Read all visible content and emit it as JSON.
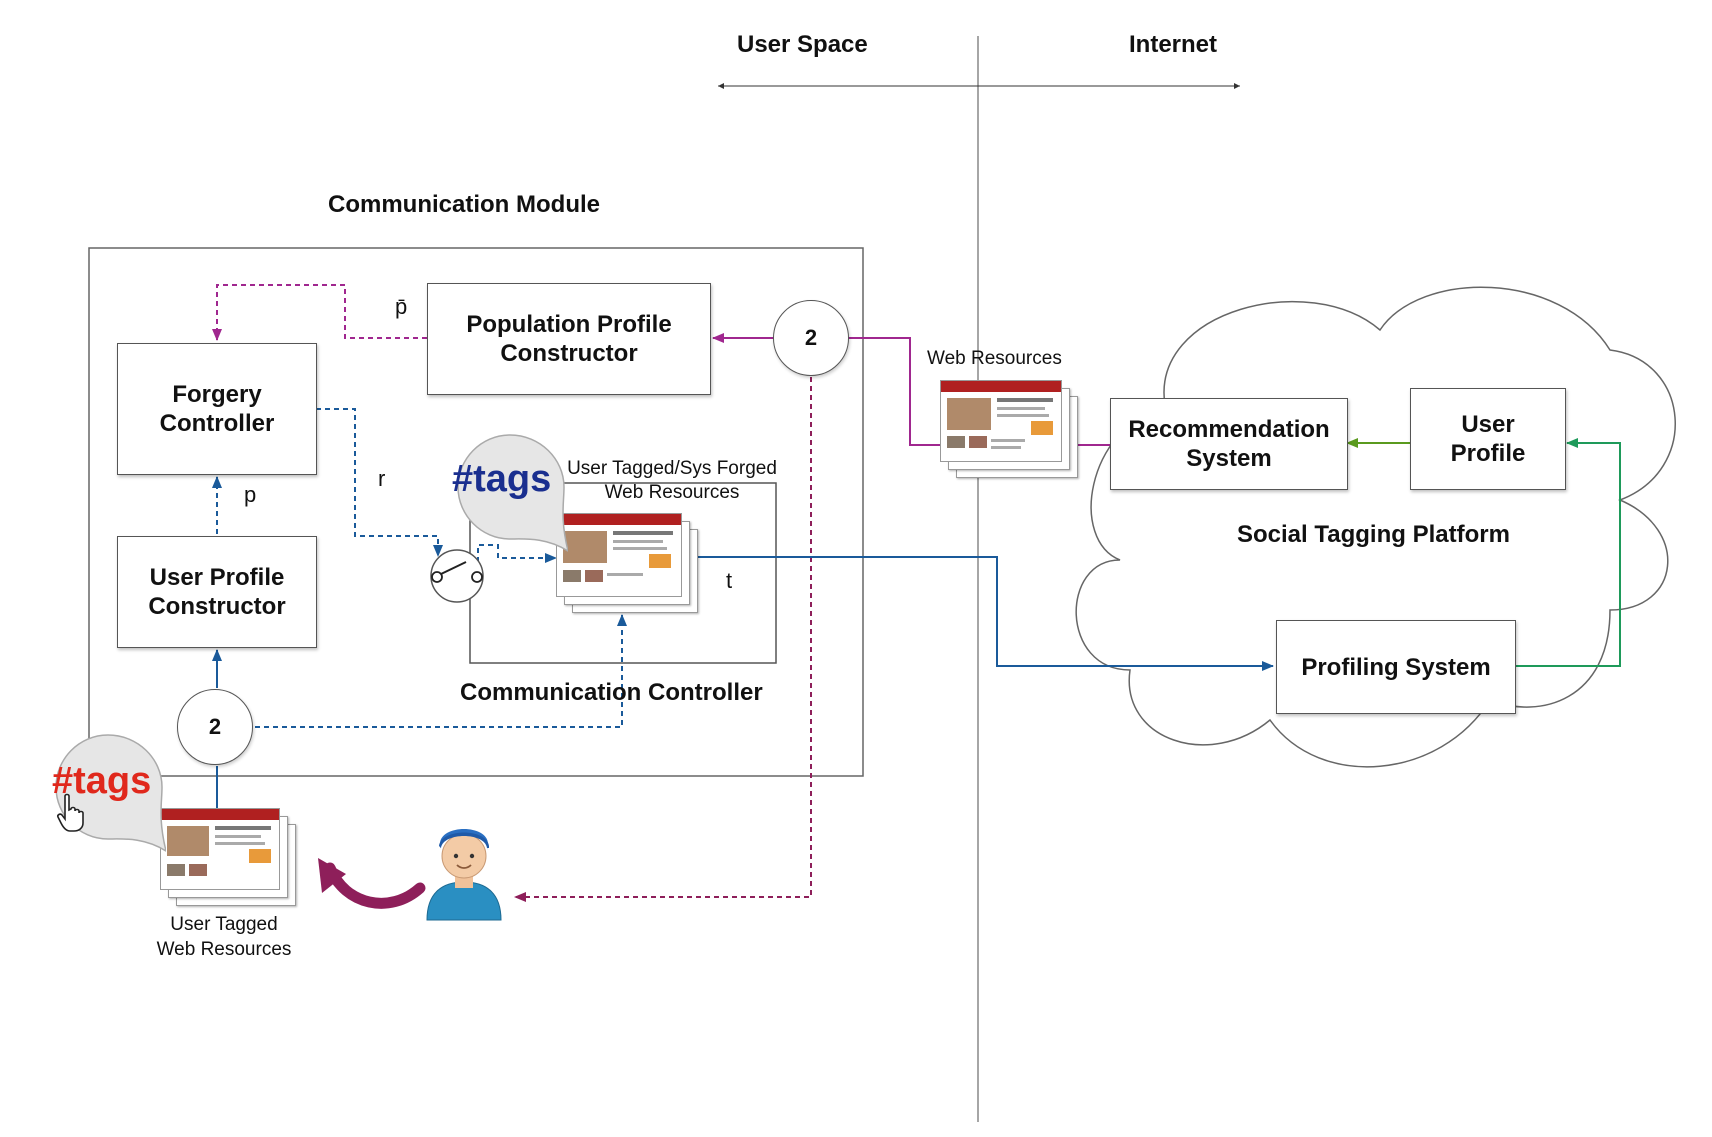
{
  "header": {
    "user_space": "User Space",
    "internet": "Internet"
  },
  "module": {
    "title": "Communication Module"
  },
  "boxes": {
    "population_profile_constructor": "Population Profile\nConstructor",
    "forgery_controller": "Forgery\nController",
    "user_profile_constructor": "User Profile\nConstructor",
    "communication_controller": "Communication Controller",
    "recommendation_system": "Recommendation\nSystem",
    "user_profile": "User\nProfile",
    "profiling_system": "Profiling System"
  },
  "splitters": {
    "top": "2",
    "bottom": "2"
  },
  "edge_labels": {
    "p_bar": "p̄",
    "p": "p",
    "r": "r",
    "t": "t"
  },
  "resources": {
    "web_resources": "Web Resources",
    "forged_line1": "User Tagged/Sys Forged",
    "forged_line2": "Web Resources",
    "user_tagged_line1": "User Tagged",
    "user_tagged_line2": "Web Resources"
  },
  "tags": {
    "blue": "#tags",
    "red": "#tags"
  },
  "platform": {
    "title": "Social Tagging Platform"
  },
  "colors": {
    "purple": "#a0278f",
    "blue": "#1a5a9a",
    "green_dark": "#1e9a5a",
    "green_light": "#5a9a1e",
    "maroon": "#8e1f5a",
    "tags_blue": "#1a2f8f",
    "tags_red": "#e0281c"
  }
}
